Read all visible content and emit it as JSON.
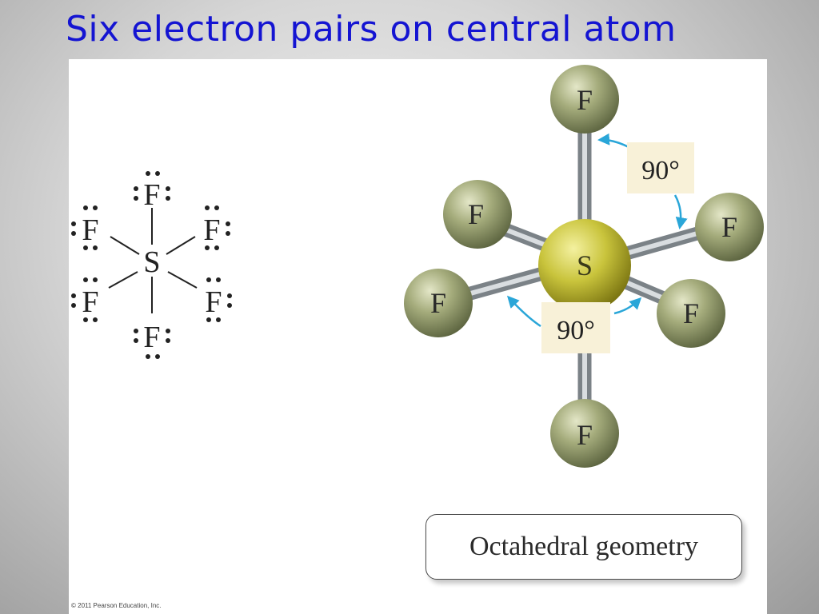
{
  "slide": {
    "title": "Six electron pairs on central atom"
  },
  "lewis_structure": {
    "central_atom": "S",
    "ligand_atom": "F",
    "ligand_count": 6
  },
  "ball_and_stick": {
    "central_atom": "S",
    "ligand_atom": "F",
    "angle_labels": [
      "90°",
      "90°"
    ],
    "colors": {
      "sulfur": "#c8c43c",
      "fluorine": "#9ea678",
      "bond": "#b6bcc0",
      "angle_arrow": "#2aa6d8",
      "angle_label_bg": "#f8f1d8"
    }
  },
  "caption": "Octahedral geometry",
  "copyright": "© 2011 Pearson Education, Inc."
}
